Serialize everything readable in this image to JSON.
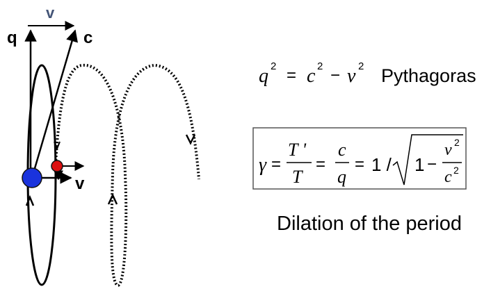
{
  "diagram": {
    "labels": {
      "v_top": "v",
      "q_axis": "q",
      "c_axis": "c",
      "v_side": "v"
    },
    "colors": {
      "v_top": "#445577",
      "blue_particle": "#1a33dd",
      "red_particle": "#dd1111",
      "stroke": "#000000"
    }
  },
  "equations": {
    "pythagoras": {
      "q": "q",
      "exp": "2",
      "eq": "=",
      "c": "c",
      "minus": "−",
      "v": "v",
      "label": "Pythagoras"
    },
    "gamma": {
      "gamma": "γ",
      "eq": "=",
      "tprime": "T '",
      "t": "T",
      "c": "c",
      "q": "q",
      "one_over": "1 /",
      "one": "1",
      "minus": "−",
      "v": "v",
      "exp": "2"
    }
  },
  "caption": "Dilation of the period"
}
